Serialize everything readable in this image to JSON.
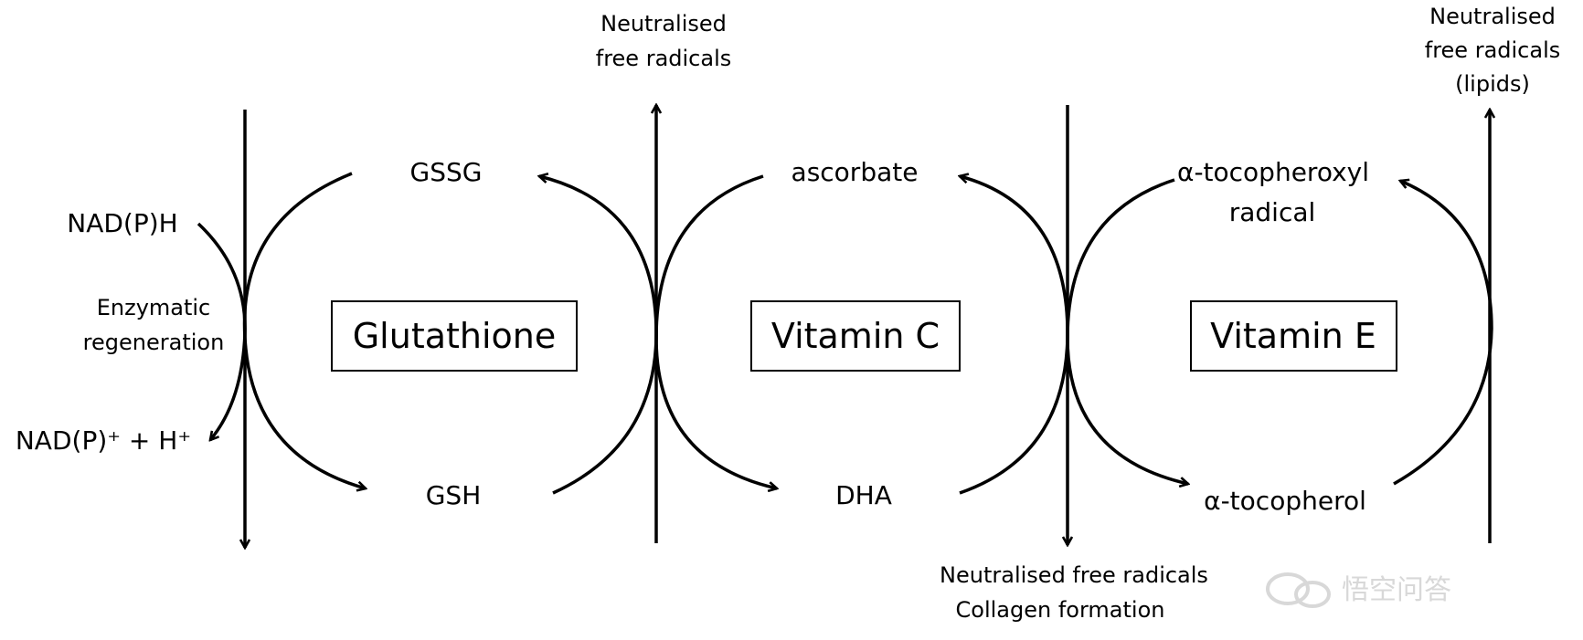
{
  "systems": [
    {
      "name": "Glutathione",
      "oxidized": "GSSG",
      "reduced": "GSH"
    },
    {
      "name": "Vitamin C",
      "oxidized": "ascorbate",
      "reduced": "DHA"
    },
    {
      "name": "Vitamin E",
      "oxidized_line1": "α-tocopheroxyl",
      "oxidized_line2": "radical",
      "reduced": "α-tocopherol"
    }
  ],
  "regeneration": {
    "cofactor_in": "NAD(P)H",
    "cofactor_out": "NAD(P)⁺ + H⁺",
    "label_line1": "Enzymatic",
    "label_line2": "regeneration"
  },
  "outputs": {
    "vitc_top_line1": "Neutralised",
    "vitc_top_line2": "free radicals",
    "vite_top_line1": "Neutralised",
    "vite_top_line2": "free radicals",
    "vite_top_line3": "(lipids)",
    "bottom_line1": "Neutralised free radicals",
    "bottom_line2": "Collagen formation"
  },
  "watermark": "悟空问答"
}
